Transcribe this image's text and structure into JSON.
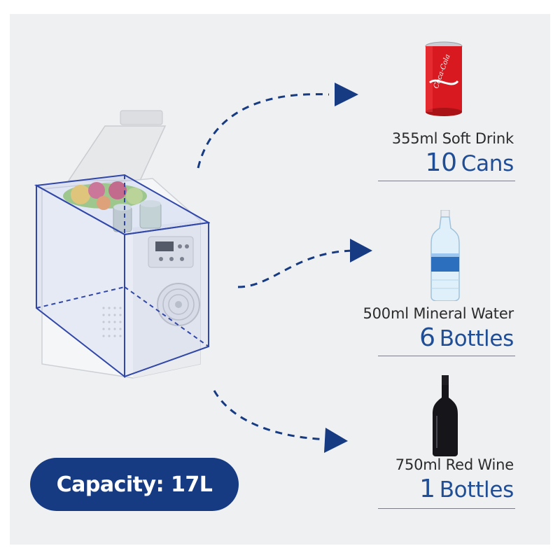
{
  "items": [
    {
      "line1": "355ml Soft Drink",
      "count": "10",
      "unit": "Cans",
      "icon": "soda-can-icon"
    },
    {
      "line1": "500ml Mineral Water",
      "count": "6",
      "unit": "Bottles",
      "icon": "water-bottle-icon"
    },
    {
      "line1": "750ml Red Wine",
      "count": "1",
      "unit": "Bottles",
      "icon": "wine-bottle-icon"
    }
  ],
  "capacity_label": "Capacity: 17L",
  "can_brand": "Coca-Cola",
  "colors": {
    "accent": "#1f4e97",
    "pill": "#163b83",
    "background": "#eff0f2"
  }
}
